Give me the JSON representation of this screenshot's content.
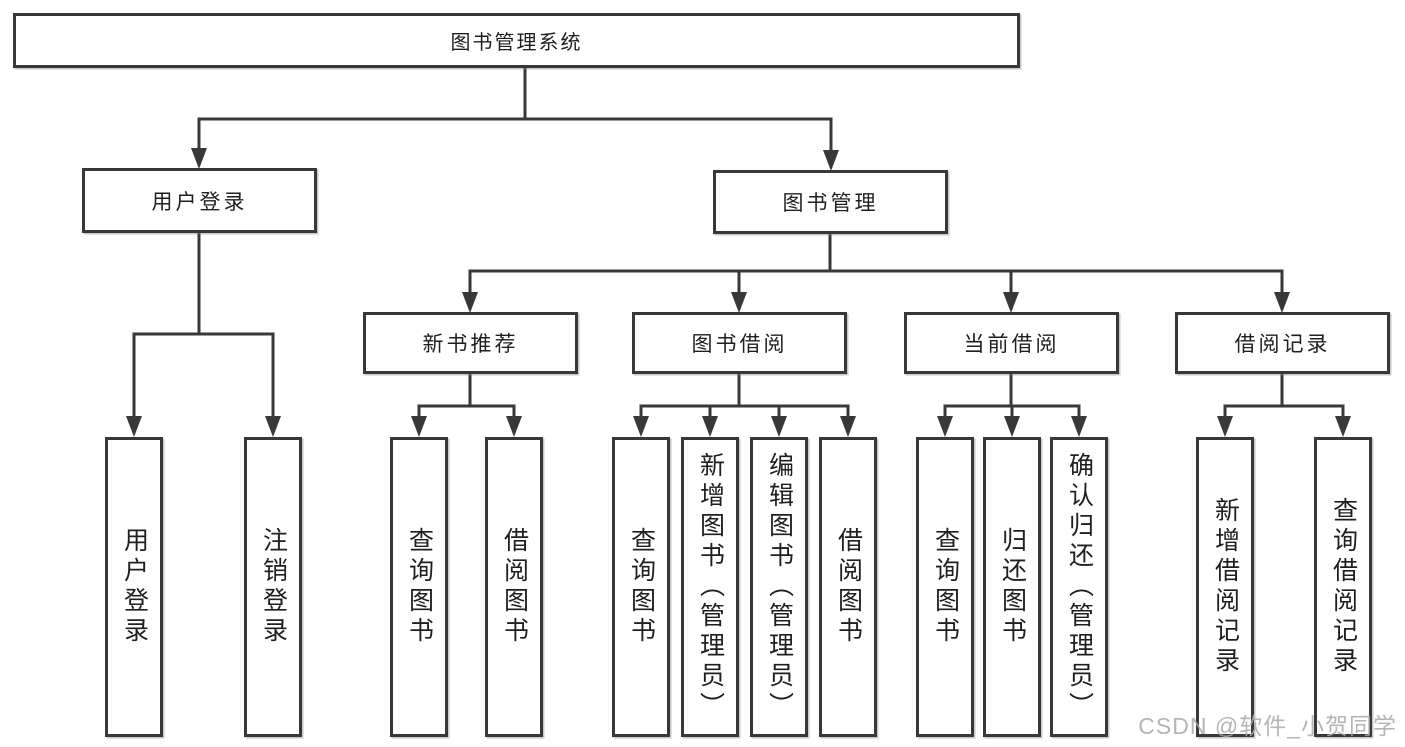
{
  "tree": {
    "root": "图书管理系统",
    "branches": [
      {
        "label": "用户登录",
        "children": [
          "用户登录",
          "注销登录"
        ]
      },
      {
        "label": "图书管理",
        "children": [
          {
            "label": "新书推荐",
            "children": [
              "查询图书",
              "借阅图书"
            ]
          },
          {
            "label": "图书借阅",
            "children": [
              "查询图书",
              "新增图书（管理员）",
              "编辑图书（管理员）",
              "借阅图书"
            ]
          },
          {
            "label": "当前借阅",
            "children": [
              "查询图书",
              "归还图书",
              "确认归还（管理员）"
            ]
          },
          {
            "label": "借阅记录",
            "children": [
              "新增借阅记录",
              "查询借阅记录"
            ]
          }
        ]
      }
    ]
  },
  "watermark": "CSDN @软件_小贺同学",
  "colors": {
    "line": "#383838",
    "text": "#1f1f1f",
    "box_background": "#ffffff",
    "watermark": "#a8a8a8"
  }
}
